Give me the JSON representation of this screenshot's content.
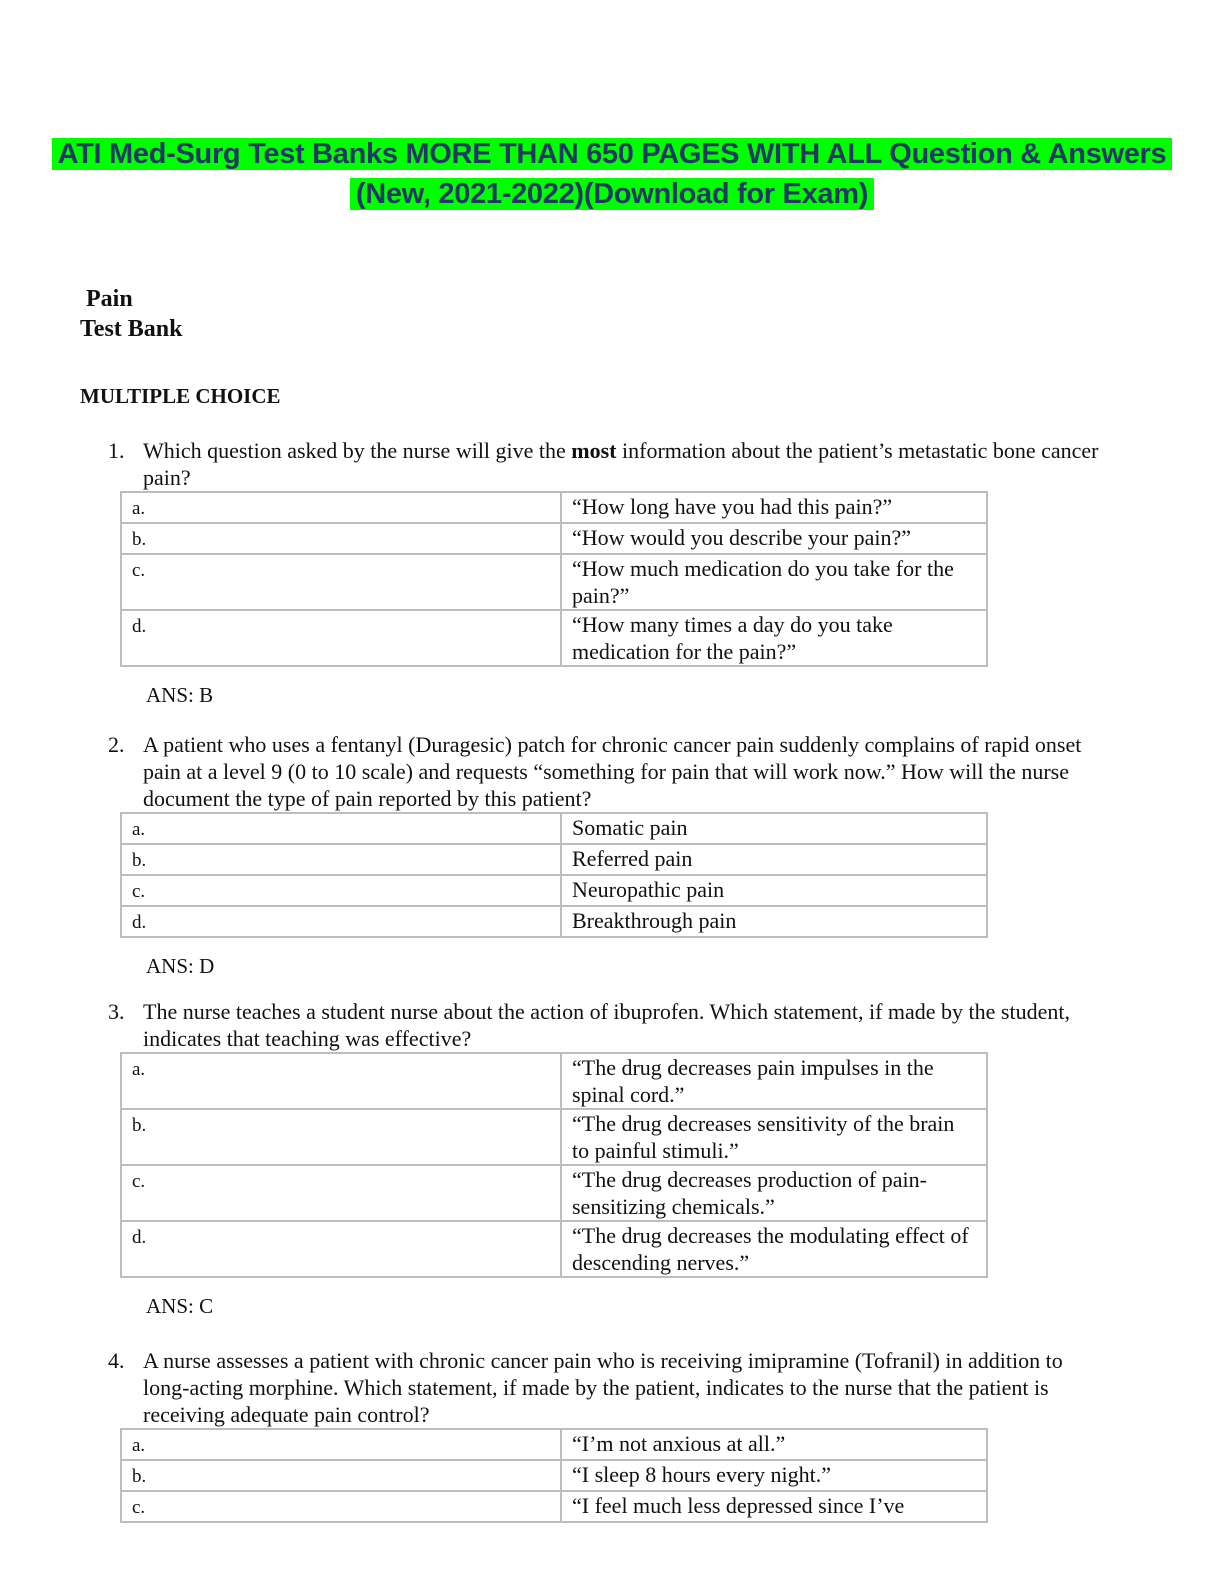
{
  "header": {
    "line1": "ATI Med-Surg Test Banks MORE THAN 650 PAGES WITH ALL Question & Answers",
    "line2": "(New, 2021-2022)(Download for Exam)",
    "highlight_color": "#00ff00",
    "text_color": "#1f3864"
  },
  "title": {
    "line1": "Pain",
    "line2": "Test Bank"
  },
  "section": "MULTIPLE CHOICE",
  "questions": [
    {
      "number": "1.",
      "stem_before": "Which question asked by the nurse will give the ",
      "stem_bold": "most",
      "stem_after": " information about the patient’s metastatic bone cancer pain?",
      "options": [
        {
          "letter": "a.",
          "text": "“How long have you had this pain?”"
        },
        {
          "letter": "b.",
          "text": "“How would you describe your pain?”"
        },
        {
          "letter": "c.",
          "text": "“How much medication do you take for the pain?”"
        },
        {
          "letter": "d.",
          "text": "“How many times a day do you take medication for the pain?”"
        }
      ],
      "answer": "ANS: B"
    },
    {
      "number": "2.",
      "stem": "A patient who uses a fentanyl (Duragesic) patch for chronic cancer pain suddenly complains of rapid onset pain at a level 9 (0 to 10 scale) and requests “something for pain that will work now.” How will the nurse document the type of pain reported by this patient?",
      "options": [
        {
          "letter": "a.",
          "text": "Somatic pain"
        },
        {
          "letter": "b.",
          "text": "Referred pain"
        },
        {
          "letter": "c.",
          "text": "Neuropathic pain"
        },
        {
          "letter": "d.",
          "text": "Breakthrough pain"
        }
      ],
      "answer": "ANS: D"
    },
    {
      "number": "3.",
      "stem": "The nurse teaches a student nurse about the action of ibuprofen. Which statement, if made by the student, indicates that teaching was effective?",
      "options": [
        {
          "letter": "a.",
          "text": "“The drug decreases pain impulses in the spinal cord.”"
        },
        {
          "letter": "b.",
          "text": "“The drug decreases sensitivity of the brain to painful stimuli.”"
        },
        {
          "letter": "c.",
          "text": "“The drug decreases production of pain-sensitizing chemicals.”"
        },
        {
          "letter": "d.",
          "text": "“The drug decreases the modulating effect of descending nerves.”"
        }
      ],
      "answer": "ANS: C"
    },
    {
      "number": "4.",
      "stem": "A nurse assesses a patient with chronic cancer pain who is receiving imipramine (Tofranil) in addition to long-acting morphine. Which statement, if made by the patient, indicates to the nurse that the patient is receiving adequate pain control?",
      "options": [
        {
          "letter": "a.",
          "text": "“I’m not anxious at all.”"
        },
        {
          "letter": "b.",
          "text": "“I sleep 8 hours every night.”"
        },
        {
          "letter": "c.",
          "text": "“I feel much less depressed since I’ve"
        }
      ]
    }
  ]
}
